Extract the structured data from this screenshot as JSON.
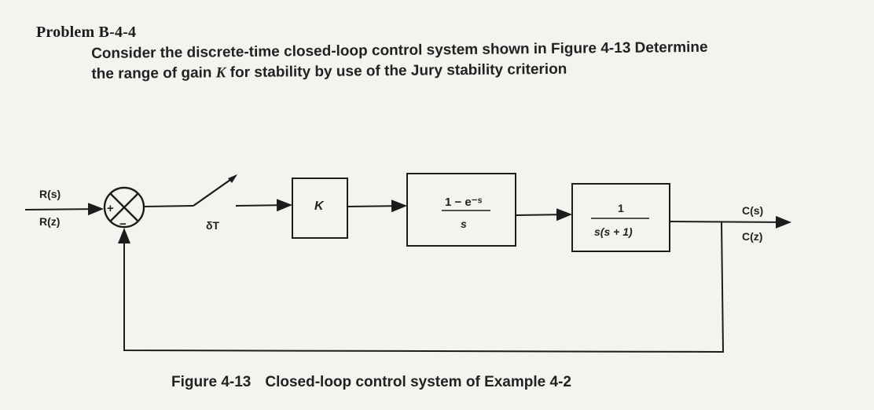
{
  "problem": {
    "title": "Problem B-4-4",
    "line1_a": "Consider the discrete-time closed-loop control system shown in Figure 4-13 Determine",
    "line2_a": "the range of gain ",
    "line2_k": "K",
    "line2_b": " for stability by use of the Jury stability criterion"
  },
  "diagram": {
    "input_s": "R(s)",
    "input_z": "R(z)",
    "plus_sign": "+",
    "minus_sign": "−",
    "sampler_label": "δT",
    "gain_block": "K",
    "zoh_numerator": "1 − e⁻ˢ",
    "zoh_denominator": "s",
    "plant_numerator": "1",
    "plant_denominator": "s(s + 1)",
    "output_s": "C(s)",
    "output_z": "C(z)"
  },
  "caption": {
    "number": "Figure 4-13",
    "text": "Closed-loop control system of Example 4-2"
  }
}
